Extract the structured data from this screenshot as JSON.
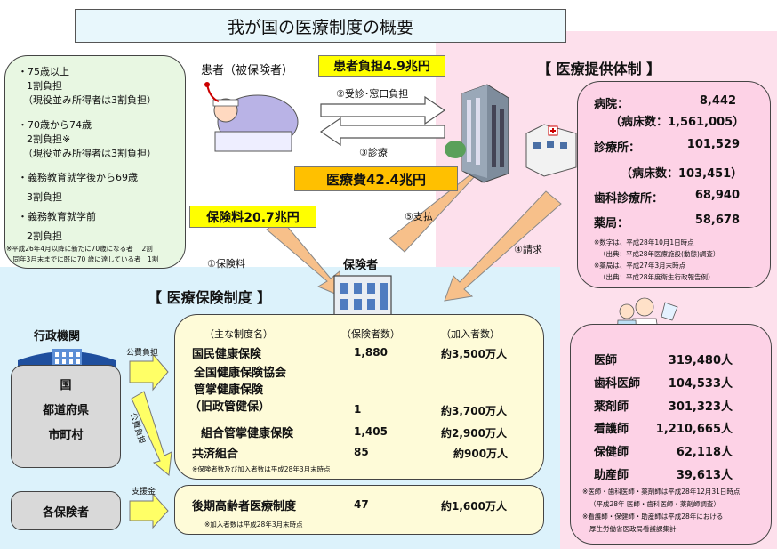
{
  "title": "我が国の医療制度の概要",
  "patient": {
    "label": "患者（被保険者）"
  },
  "insurer": {
    "label": "保険者"
  },
  "flows": {
    "copay": "患者負担4.9兆円",
    "visit": "②受診･窓口負担",
    "treat": "③診療",
    "cost": "医療費42.4兆円",
    "premium_amt": "保険料20.7兆円",
    "pay": "⑤支払",
    "premium": "①保険料",
    "claim": "④請求",
    "public": "公費負担",
    "public2": "公費負担",
    "support": "支援金"
  },
  "age_box": {
    "items": [
      {
        "a": "・75歳以上",
        "b": "1割負担",
        "c": "（現役並み所得者は3割負担）"
      },
      {
        "a": "・70歳から74歳",
        "b": "2割負担※",
        "c": "（現役並み所得者は3割負担）"
      },
      {
        "a": "・義務教育就学後から69歳",
        "b": "3割負担"
      },
      {
        "a": "・義務教育就学前",
        "b": "2割負担"
      }
    ],
    "note1": "※平成26年4月以降に新たに70歳になる者　 2割",
    "note2": "　同年3月末までに既に70 歳に達している者　1割"
  },
  "provision": {
    "title": "【 医療提供体制 】",
    "rows": [
      {
        "k": "病院：",
        "v": "8,442"
      },
      {
        "k": "（病床数：",
        "v": "1,561,005）"
      },
      {
        "k": "診療所：",
        "v": "101,529"
      },
      {
        "k": "（病床数：",
        "v": "103,451）"
      },
      {
        "k": "歯科診療所：",
        "v": "68,940"
      },
      {
        "k": "薬局：",
        "v": "58,678"
      }
    ],
    "n1": "※数字は、平成28年10月1日時点",
    "n2": "（出典：平成28年医療施設(動態)調査）",
    "n3": "※薬局は、平成27年3月末時点",
    "n4": "（出典：平成28年度衛生行政報告例）"
  },
  "staff": {
    "rows": [
      {
        "k": "医師",
        "v": "319,480人"
      },
      {
        "k": "歯科医師",
        "v": "104,533人"
      },
      {
        "k": "薬剤師",
        "v": "301,323人"
      },
      {
        "k": "看護師",
        "v": "1,210,665人"
      },
      {
        "k": "保健師",
        "v": "62,118人"
      },
      {
        "k": "助産師",
        "v": "39,613人"
      }
    ],
    "n1": "※医師・歯科医師・薬剤師は平成28年12月31日時点",
    "n2": "（平成28年 医師・歯科医師・薬剤師調査）",
    "n3": "※看護師・保健師・助産師は平成28年における",
    "n4": "厚生労働省医政局看護課集計"
  },
  "insurance": {
    "title": "【 医療保険制度 】",
    "h1": "（主な制度名）",
    "h2": "（保険者数）",
    "h3": "（加入者数）",
    "r1": {
      "k": "国民健康保険",
      "n": "1,880",
      "m": "約3,500万人"
    },
    "r2a": "全国健康保険協会",
    "r2b": "管掌健康保険",
    "r2c": "（旧政管健保）",
    "r2n": "1",
    "r2m": "約3,700万人",
    "r3": {
      "k": "組合管掌健康保険",
      "n": "1,405",
      "m": "約2,900万人"
    },
    "r4": {
      "k": "共済組合",
      "n": "85",
      "m": "約900万人"
    },
    "note": "※保険者数及び加入者数は平成28年3月末時点",
    "elder": {
      "k": "後期高齢者医療制度",
      "n": "47",
      "m": "約1,600万人"
    },
    "elder_note": "※加入者数は平成28年3月末時点"
  },
  "gov": {
    "title": "行政機関",
    "a": "国",
    "b": "都道府県",
    "c": "市町村"
  },
  "each": "各保険者",
  "colors": {
    "pink": "#fde0ec",
    "blue": "#dcf2fb",
    "yellow": "#ffff00",
    "orange": "#ffc000",
    "arrow": "#f7c08a"
  }
}
